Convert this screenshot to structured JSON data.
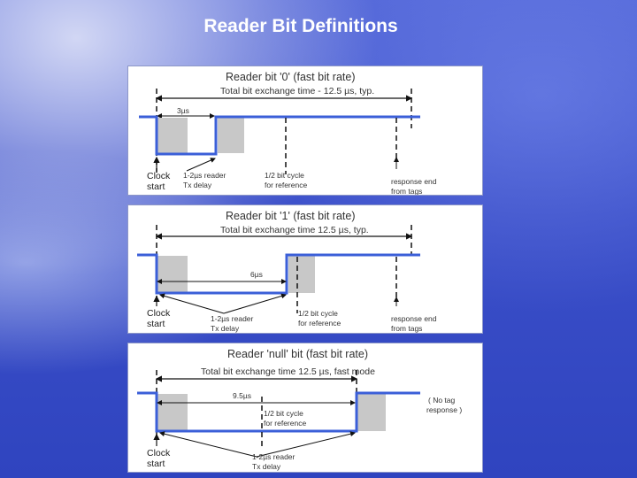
{
  "title": "Reader Bit Definitions",
  "panels": [
    {
      "heading": "Reader bit '0' (fast bit rate)",
      "subheading": "Total bit exchange time - 12.5 µs, typ.",
      "pulse_label": "3µs",
      "clock_label_1": "Clock",
      "clock_label_2": "start",
      "note_a_1": "1-2µs reader",
      "note_a_2": "Tx delay",
      "note_b_1": "1/2 bit cycle",
      "note_b_2": "for reference",
      "note_c_1": "response end",
      "note_c_2": "from tags"
    },
    {
      "heading": "Reader bit '1' (fast bit rate)",
      "subheading": "Total bit exchange time 12.5 µs, typ.",
      "pulse_label": "6µs",
      "clock_label_1": "Clock",
      "clock_label_2": "start",
      "note_a_1": "1-2µs reader",
      "note_a_2": "Tx delay",
      "note_b_1": "1/2 bit cycle",
      "note_b_2": "for reference",
      "note_c_1": "response end",
      "note_c_2": "from tags"
    },
    {
      "heading": "Reader 'null' bit (fast bit rate)",
      "subheading": "Total bit exchange time 12.5 µs, fast mode",
      "pulse_label": "9.5µs",
      "clock_label_1": "Clock",
      "clock_label_2": "start",
      "note_a_1": "1-2µs reader",
      "note_a_2": "Tx delay",
      "note_b_1": "1/2 bit cycle",
      "note_b_2": "for reference",
      "note_c_1": "( No tag",
      "note_c_2": "response )"
    }
  ]
}
